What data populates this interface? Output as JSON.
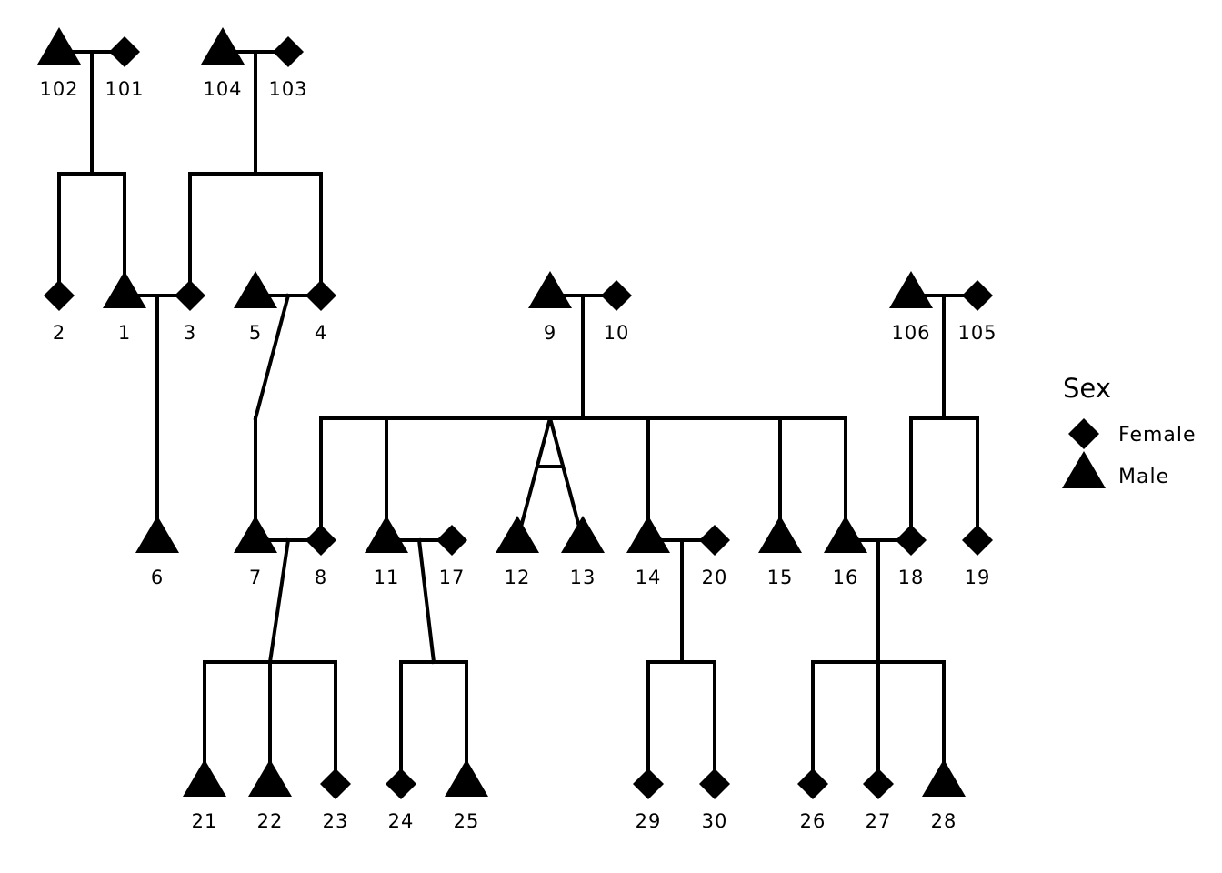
{
  "diagram": {
    "type": "pedigree",
    "individuals": [
      {
        "id": "102",
        "sex": "male"
      },
      {
        "id": "101",
        "sex": "female"
      },
      {
        "id": "104",
        "sex": "male"
      },
      {
        "id": "103",
        "sex": "female"
      },
      {
        "id": "2",
        "sex": "female"
      },
      {
        "id": "1",
        "sex": "male"
      },
      {
        "id": "3",
        "sex": "female"
      },
      {
        "id": "5",
        "sex": "male"
      },
      {
        "id": "4",
        "sex": "female"
      },
      {
        "id": "9",
        "sex": "male"
      },
      {
        "id": "10",
        "sex": "female"
      },
      {
        "id": "106",
        "sex": "male"
      },
      {
        "id": "105",
        "sex": "female"
      },
      {
        "id": "6",
        "sex": "male"
      },
      {
        "id": "7",
        "sex": "male"
      },
      {
        "id": "8",
        "sex": "female"
      },
      {
        "id": "11",
        "sex": "male"
      },
      {
        "id": "17",
        "sex": "female"
      },
      {
        "id": "12",
        "sex": "male"
      },
      {
        "id": "13",
        "sex": "male"
      },
      {
        "id": "14",
        "sex": "male"
      },
      {
        "id": "20",
        "sex": "female"
      },
      {
        "id": "15",
        "sex": "male"
      },
      {
        "id": "16",
        "sex": "male"
      },
      {
        "id": "18",
        "sex": "female"
      },
      {
        "id": "19",
        "sex": "female"
      },
      {
        "id": "21",
        "sex": "male"
      },
      {
        "id": "22",
        "sex": "male"
      },
      {
        "id": "23",
        "sex": "female"
      },
      {
        "id": "24",
        "sex": "female"
      },
      {
        "id": "25",
        "sex": "male"
      },
      {
        "id": "29",
        "sex": "female"
      },
      {
        "id": "30",
        "sex": "female"
      },
      {
        "id": "26",
        "sex": "female"
      },
      {
        "id": "27",
        "sex": "female"
      },
      {
        "id": "28",
        "sex": "male"
      }
    ],
    "families": [
      {
        "father": "102",
        "mother": "101",
        "children": [
          "2",
          "1"
        ]
      },
      {
        "father": "104",
        "mother": "103",
        "children": [
          "3",
          "4"
        ]
      },
      {
        "father": "1",
        "mother": "3",
        "children": [
          "6"
        ]
      },
      {
        "father": "5",
        "mother": "4",
        "children": [
          "7"
        ]
      },
      {
        "father": "9",
        "mother": "10",
        "children": [
          "8",
          "11",
          "12",
          "13",
          "14",
          "15",
          "16"
        ],
        "twins": [
          "12",
          "13"
        ]
      },
      {
        "father": "106",
        "mother": "105",
        "children": [
          "18",
          "19"
        ]
      },
      {
        "father": "7",
        "mother": "8",
        "children": [
          "21",
          "22",
          "23"
        ]
      },
      {
        "father": "11",
        "mother": "17",
        "children": [
          "24",
          "25"
        ]
      },
      {
        "father": "14",
        "mother": "20",
        "children": [
          "29",
          "30"
        ]
      },
      {
        "father": "16",
        "mother": "18",
        "children": [
          "26",
          "27",
          "28"
        ]
      }
    ]
  },
  "legend": {
    "title": "Sex",
    "items": [
      {
        "label": "Female",
        "shape": "diamond"
      },
      {
        "label": "Male",
        "shape": "triangle"
      }
    ]
  },
  "colors": {
    "ink": "#000000",
    "background": "#ffffff"
  }
}
